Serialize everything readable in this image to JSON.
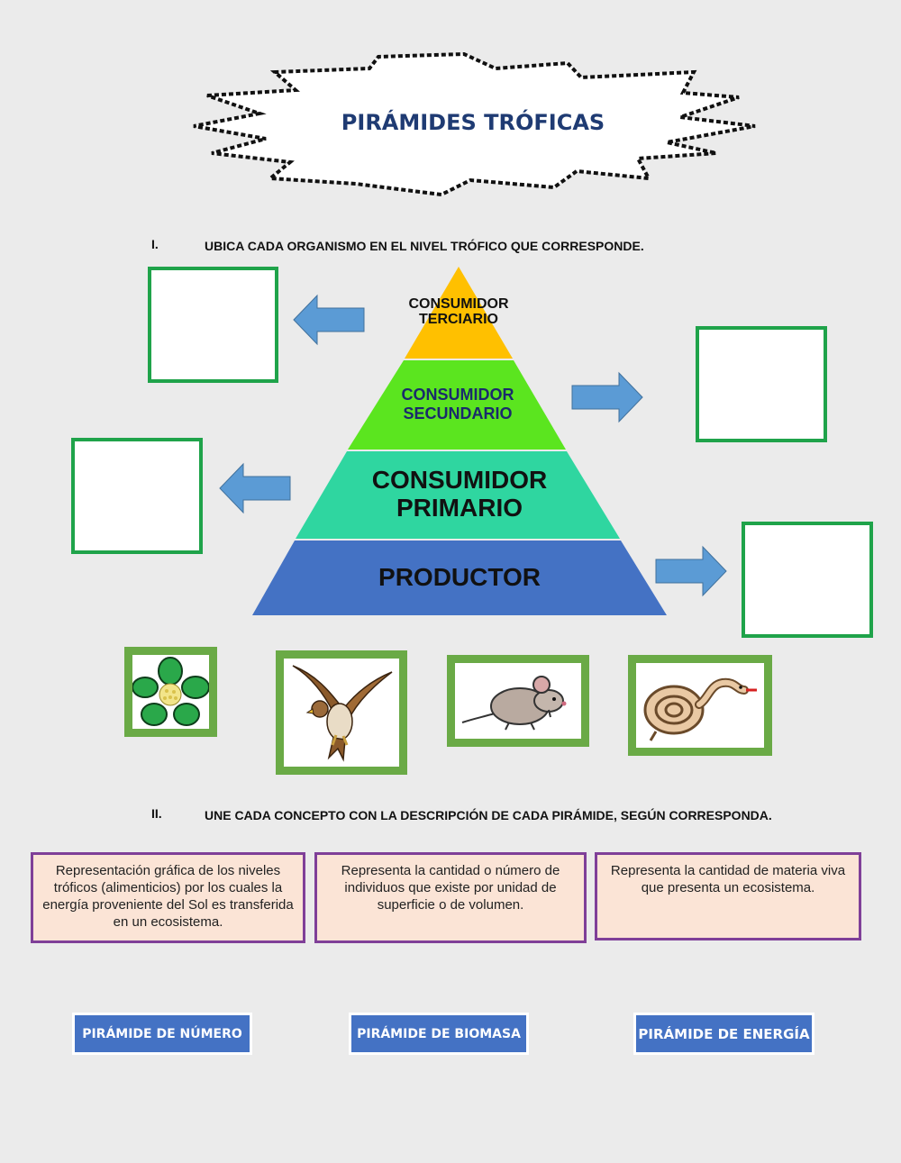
{
  "title": "PIRÁMIDES TRÓFICAS",
  "section1": {
    "number": "I.",
    "instruction": "UBICA CADA ORGANISMO EN EL NIVEL TRÓFICO QUE CORRESPONDE."
  },
  "pyramid": {
    "levels": [
      {
        "line1": "CONSUMIDOR",
        "line2": "TERCIARIO",
        "color": "#ffc000"
      },
      {
        "line1": "CONSUMIDOR",
        "line2": "SECUNDARIO",
        "color": "#5be51f"
      },
      {
        "line1": "CONSUMIDOR",
        "line2": "PRIMARIO",
        "color": "#2fd6a0"
      },
      {
        "line1": "PRODUCTOR",
        "line2": "",
        "color": "#4472c4"
      }
    ]
  },
  "organisms": [
    {
      "icon": "flower-icon"
    },
    {
      "icon": "hawk-icon"
    },
    {
      "icon": "mouse-icon"
    },
    {
      "icon": "snake-icon"
    }
  ],
  "section2": {
    "number": "II.",
    "instruction": "UNE CADA CONCEPTO CON LA  DESCRIPCIÓN DE CADA PIRÁMIDE, SEGÚN CORRESPONDA."
  },
  "descriptions": [
    "Representación gráfica de los niveles tróficos (alimenticios) por los cuales la energía proveniente del Sol es transferida en un ecosistema.",
    "Representa la cantidad o número de individuos que existe por unidad de superficie o de volumen.",
    "Representa la cantidad de materia viva que presenta un ecosistema."
  ],
  "concepts": [
    "PIRÁMIDE DE NÚMERO",
    "PIRÁMIDE DE BIOMASA",
    "PIRÁMIDE DE ENERGÍA"
  ],
  "colors": {
    "title": "#1f3b73",
    "drop_border": "#1fa34a",
    "card_border": "#6aaa46",
    "arrow": "#5b9bd5",
    "desc_border": "#7f3f98",
    "desc_bg": "#fbe4d6",
    "concept_bg": "#4472c4"
  }
}
